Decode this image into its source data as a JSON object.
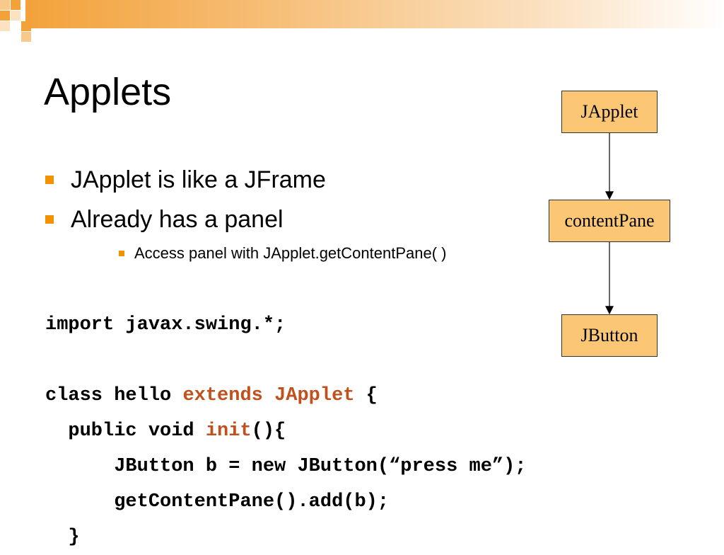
{
  "slide": {
    "title": "Applets",
    "bullets": [
      {
        "text": "JApplet is like a JFrame"
      },
      {
        "text": "Already has a panel"
      }
    ],
    "sub_bullets": [
      {
        "text": "Access panel with JApplet.getContentPane( )"
      }
    ]
  },
  "code": {
    "lines": [
      {
        "parts": [
          {
            "t": "import javax.swing.*;",
            "kw": false
          }
        ]
      },
      {
        "parts": [
          {
            "t": "",
            "kw": false
          }
        ]
      },
      {
        "parts": [
          {
            "t": "class hello ",
            "kw": false
          },
          {
            "t": "extends JApplet",
            "kw": true
          },
          {
            "t": " {",
            "kw": false
          }
        ]
      },
      {
        "parts": [
          {
            "t": "  public void ",
            "kw": false
          },
          {
            "t": "init",
            "kw": true
          },
          {
            "t": "(){",
            "kw": false
          }
        ]
      },
      {
        "parts": [
          {
            "t": "      JButton b = new JButton(“press me”);",
            "kw": false
          }
        ]
      },
      {
        "parts": [
          {
            "t": "      getContentPane().add(b);",
            "kw": false
          }
        ]
      },
      {
        "parts": [
          {
            "t": "  }",
            "kw": false
          }
        ]
      }
    ]
  },
  "diagram": {
    "nodes": [
      "JApplet",
      "contentPane",
      "JButton"
    ]
  },
  "colors": {
    "accent": "#f39200",
    "keyword": "#c0501c",
    "node_fill": "#fbc775"
  }
}
